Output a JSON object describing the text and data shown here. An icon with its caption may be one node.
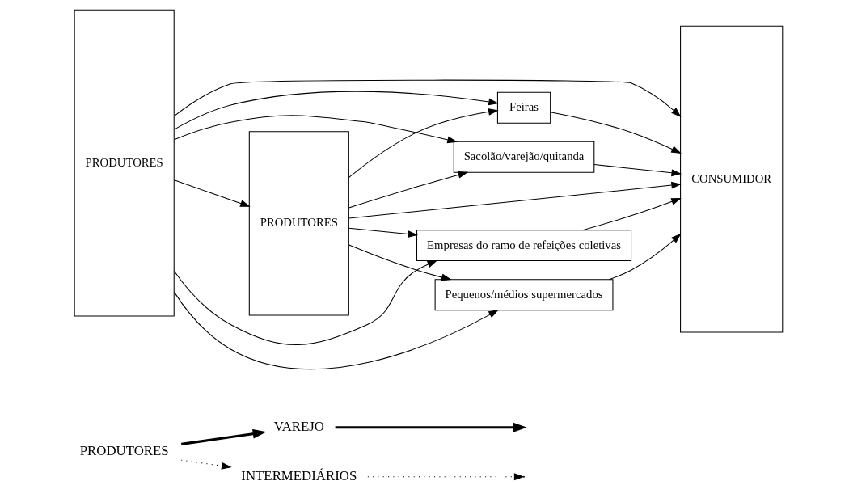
{
  "diagram": {
    "nodes": [
      {
        "text": [
          "PRODUTORES"
        ]
      },
      {
        "text": [
          "VAREJO"
        ]
      },
      {
        "text": [
          "INTERMEDIÁRIOS"
        ]
      },
      {
        "text": [
          "PRODUTORES"
        ]
      },
      {
        "text": [
          "CONSUMIDOR"
        ]
      },
      {
        "text": [
          "PRODUTORES"
        ]
      },
      {
        "text": [
          "Feiras"
        ]
      },
      {
        "text": [
          "Sacolão/varejão/quitanda"
        ]
      },
      {
        "text": [
          "Empresas do ramo de refeições coletivas"
        ]
      },
      {
        "text": [
          "Pequenos/médios supermercados"
        ]
      }
    ],
    "edges": [
      {
        "from": 0,
        "to": 1,
        "arrow": "to",
        "style": "thick"
      },
      {
        "from": 1,
        "to": null,
        "arrow": "to",
        "style": "thick"
      },
      {
        "from": 0,
        "to": 2,
        "arrow": "to",
        "style": "dashed"
      },
      {
        "from": 2,
        "to": null,
        "arrow": "to",
        "style": "dashed"
      },
      {
        "from": 3,
        "to": 4,
        "arrow": "to"
      },
      {
        "from": 3,
        "to": 6,
        "arrow": "to"
      },
      {
        "from": 3,
        "to": 7,
        "arrow": "to"
      },
      {
        "from": 3,
        "to": 8,
        "arrow": "to"
      },
      {
        "from": 3,
        "to": 9,
        "arrow": "to"
      },
      {
        "from": 3,
        "to": 5,
        "arrow": "to"
      },
      {
        "from": 5,
        "to": 6,
        "arrow": "to"
      },
      {
        "from": 5,
        "to": 7,
        "arrow": "to"
      },
      {
        "from": 5,
        "to": 8,
        "arrow": "to"
      },
      {
        "from": 5,
        "to": 9,
        "arrow": "to"
      },
      {
        "from": 5,
        "to": 4,
        "arrow": "to"
      },
      {
        "from": 6,
        "to": 4,
        "arrow": "to"
      },
      {
        "from": 7,
        "to": 4,
        "arrow": "to"
      },
      {
        "from": 8,
        "to": 4,
        "arrow": "to"
      },
      {
        "from": 9,
        "to": 4,
        "arrow": "to"
      }
    ]
  }
}
